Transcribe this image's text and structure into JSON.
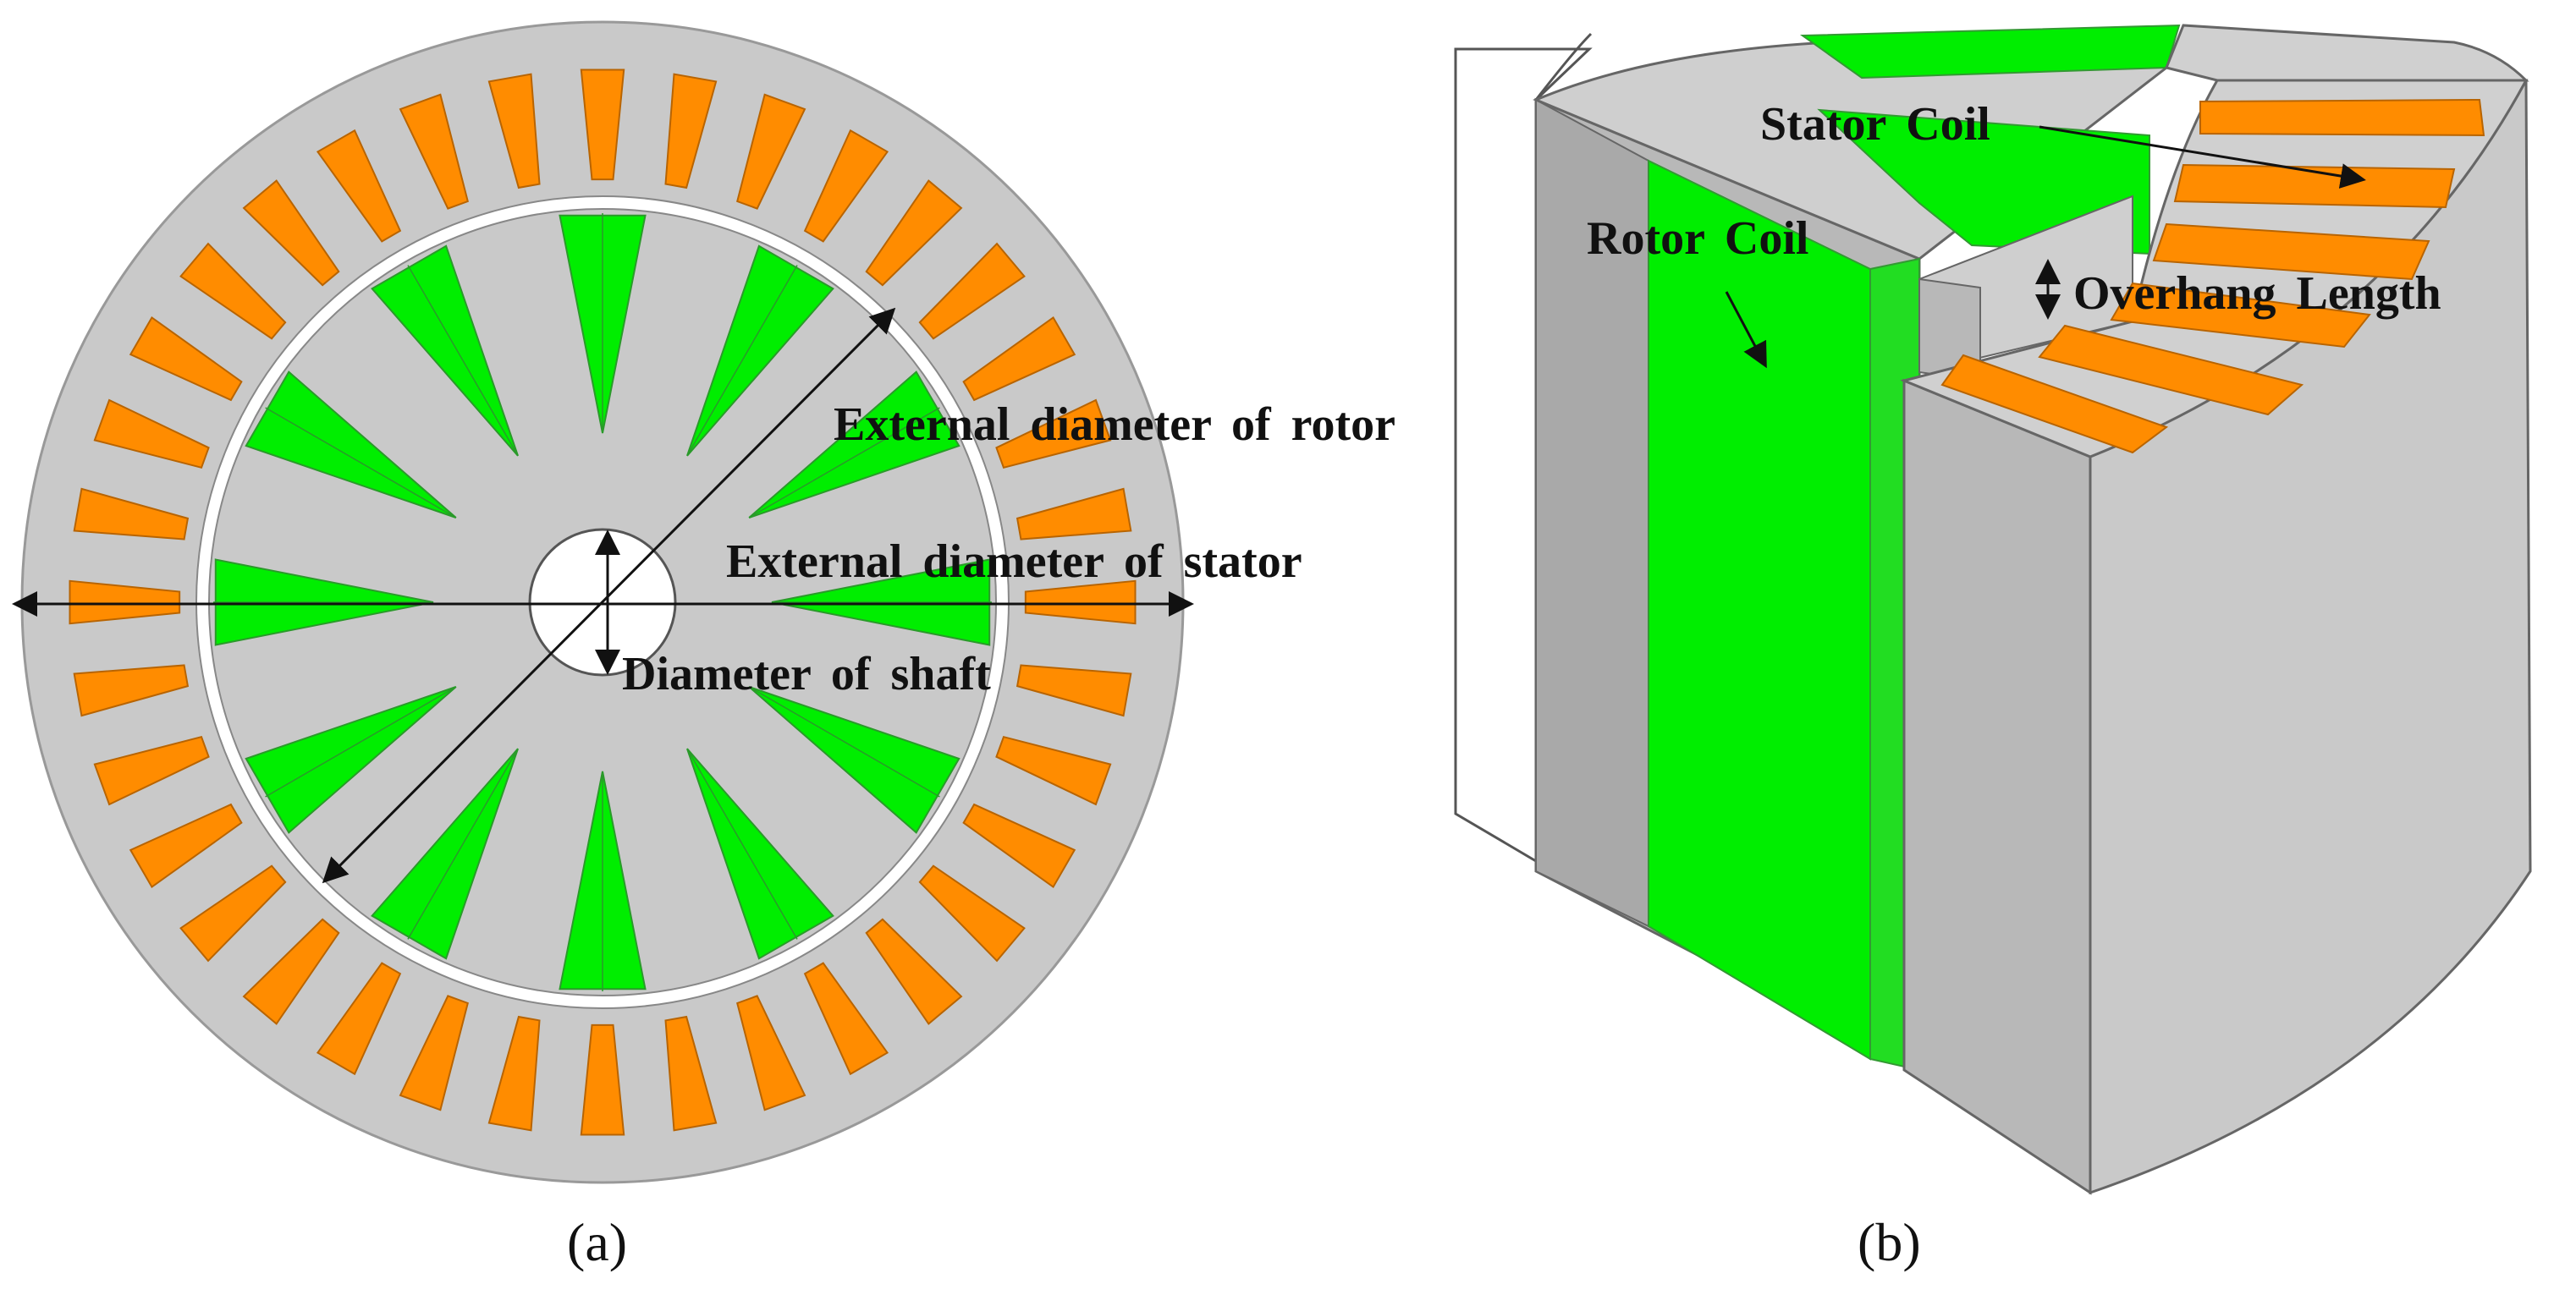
{
  "panel_a": {
    "caption": "(a)",
    "labels": {
      "external_diameter_rotor": "External diameter of rotor",
      "external_diameter_stator": "External diameter of stator",
      "diameter_shaft": "Diameter of shaft"
    },
    "stator_slot_count": 36,
    "rotor_pole_count": 12
  },
  "panel_b": {
    "caption": "(b)",
    "labels": {
      "stator_coil": "Stator Coil",
      "rotor_coil": "Rotor Coil",
      "overhang_length": "Overhang Length"
    }
  },
  "colors": {
    "steel": "#c9c9c9",
    "steel_dark": "#a9a9a9",
    "steel_mid": "#b8b8b8",
    "coil_stator": "#ff8c00",
    "coil_rotor": "#00ee00",
    "outline": "#555555"
  }
}
